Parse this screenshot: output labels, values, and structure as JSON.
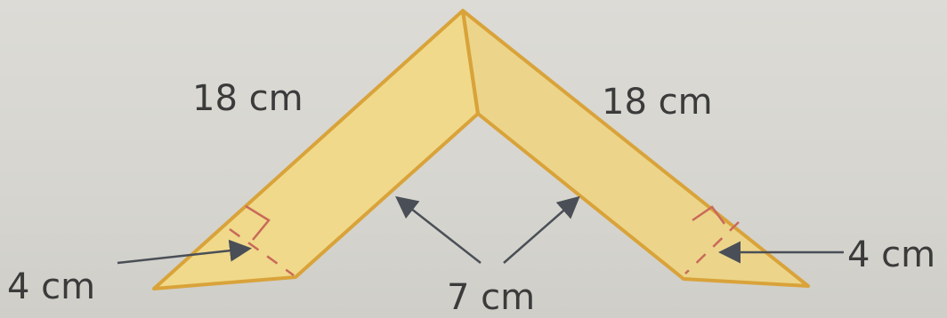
{
  "figure": {
    "colors": {
      "fill": "#f0d98a",
      "edge": "#d9a33a",
      "ticks": "#c96a5a",
      "arrow": "#4a4f57",
      "text": "#3b3b3b"
    },
    "labels": {
      "left_length": "18 cm",
      "right_length": "18 cm",
      "left_width": "4 cm",
      "right_width": "4 cm",
      "gap": "7 cm"
    }
  }
}
